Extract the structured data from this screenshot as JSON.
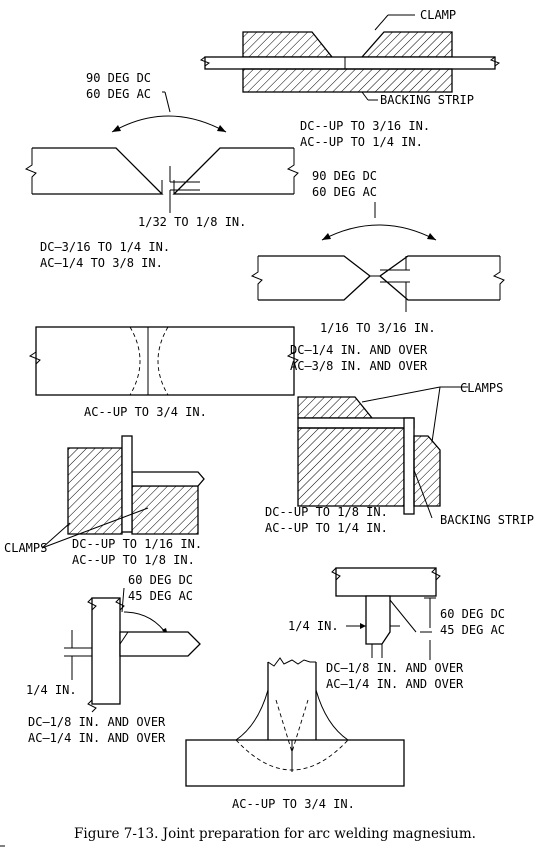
{
  "labels": {
    "d1_clamp": "CLAMP",
    "d1_backing": "BACKING STRIP",
    "d1_dc": "DC--UP TO 3/16 IN.",
    "d1_ac": "AC--UP TO 1/4 IN.",
    "d2_angle_dc": "90 DEG DC",
    "d2_angle_ac": "60 DEG AC",
    "d2_gap": "1/32 TO 1/8 IN.",
    "d2_dc": "DC—3/16 TO 1/4 IN.",
    "d2_ac": "AC—1/4 TO 3/8 IN.",
    "d3_angle_dc": "90 DEG DC",
    "d3_angle_ac": "60 DEG AC",
    "d3_gap": "1/16 TO 3/16 IN.",
    "d3_dc": "DC—1/4 IN. AND OVER",
    "d3_ac": "AC—3/8 IN. AND OVER",
    "d4_ac": "AC--UP TO 3/4 IN.",
    "d5_clamps": "CLAMPS",
    "d5_dc": "DC--UP TO 1/8 IN.",
    "d5_ac": "AC--UP TO 1/4 IN.",
    "d5_backing": "BACKING STRIP",
    "d6_clamps": "CLAMPS",
    "d6_dc": "DC--UP TO 1/16 IN.",
    "d6_ac": "AC--UP TO 1/8 IN.",
    "d7_angle_dc": "60 DEG DC",
    "d7_angle_ac": "45 DEG AC",
    "d7_dim": "1/4 IN.",
    "d7_dc": "DC—1/8 IN. AND OVER",
    "d7_ac": "AC—1/4 IN. AND OVER",
    "d8_dim": "1/4 IN.",
    "d8_angle_dc": "60 DEG DC",
    "d8_angle_ac": "45 DEG AC",
    "d8_dc": "DC—1/8 IN. AND OVER",
    "d8_ac": "AC—1/4 IN. AND OVER",
    "d9_ac": "AC--UP TO 3/4 IN."
  },
  "caption": "Figure 7-13.  Joint preparation for arc welding magnesium."
}
